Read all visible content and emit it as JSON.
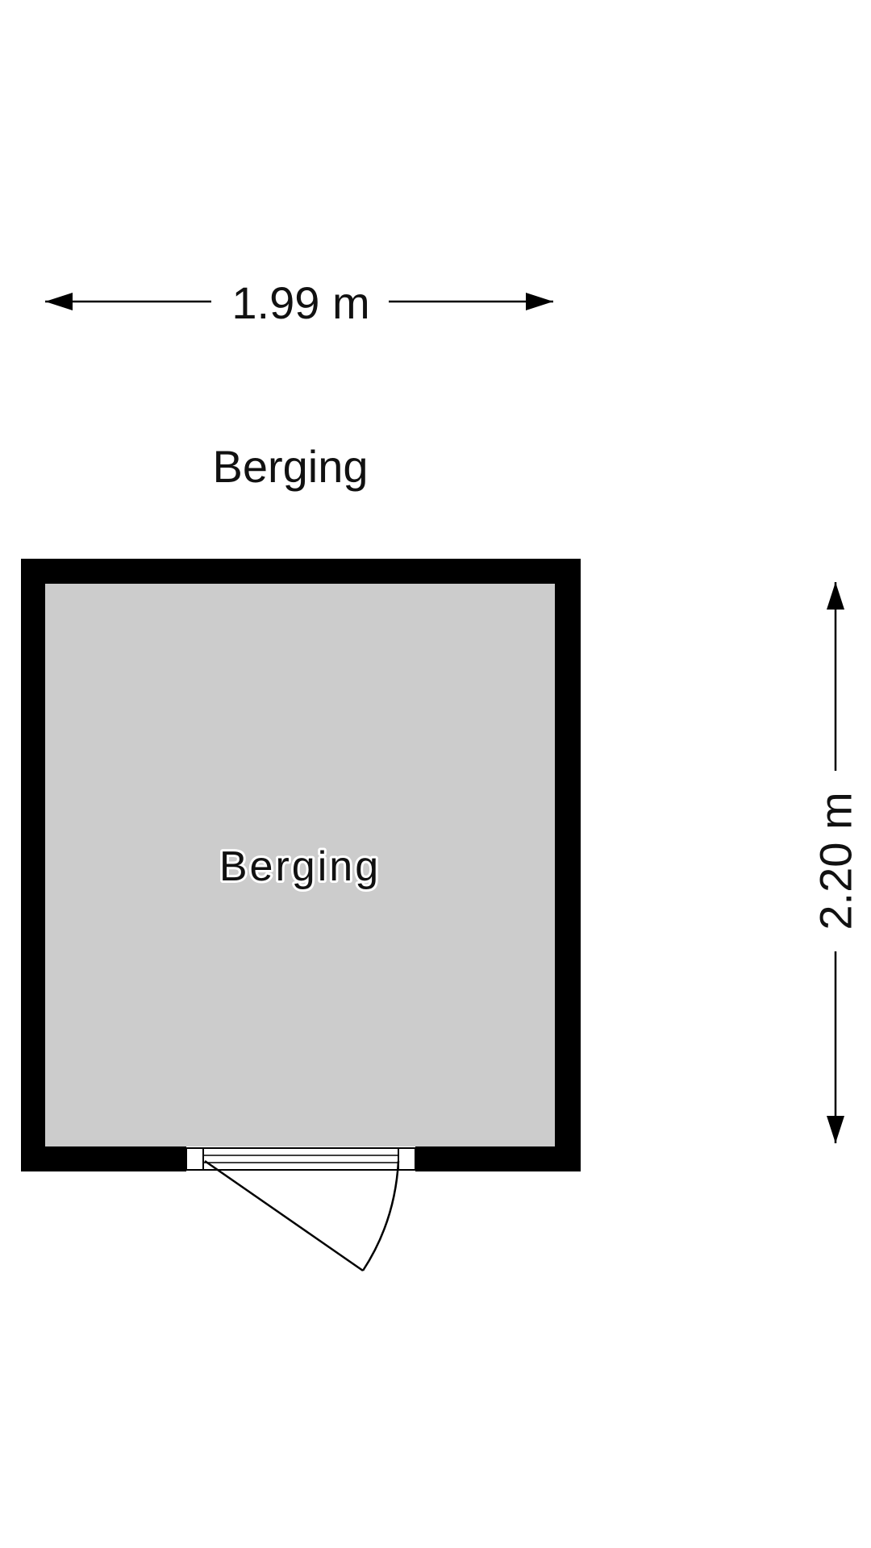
{
  "floor_title": "Berging",
  "room": {
    "name": "Berging",
    "floor_color": "#cccccc"
  },
  "dimensions": {
    "width_label": "1.99 m",
    "depth_label": "2.20 m"
  },
  "colors": {
    "wall": "#000000",
    "background": "#ffffff"
  }
}
